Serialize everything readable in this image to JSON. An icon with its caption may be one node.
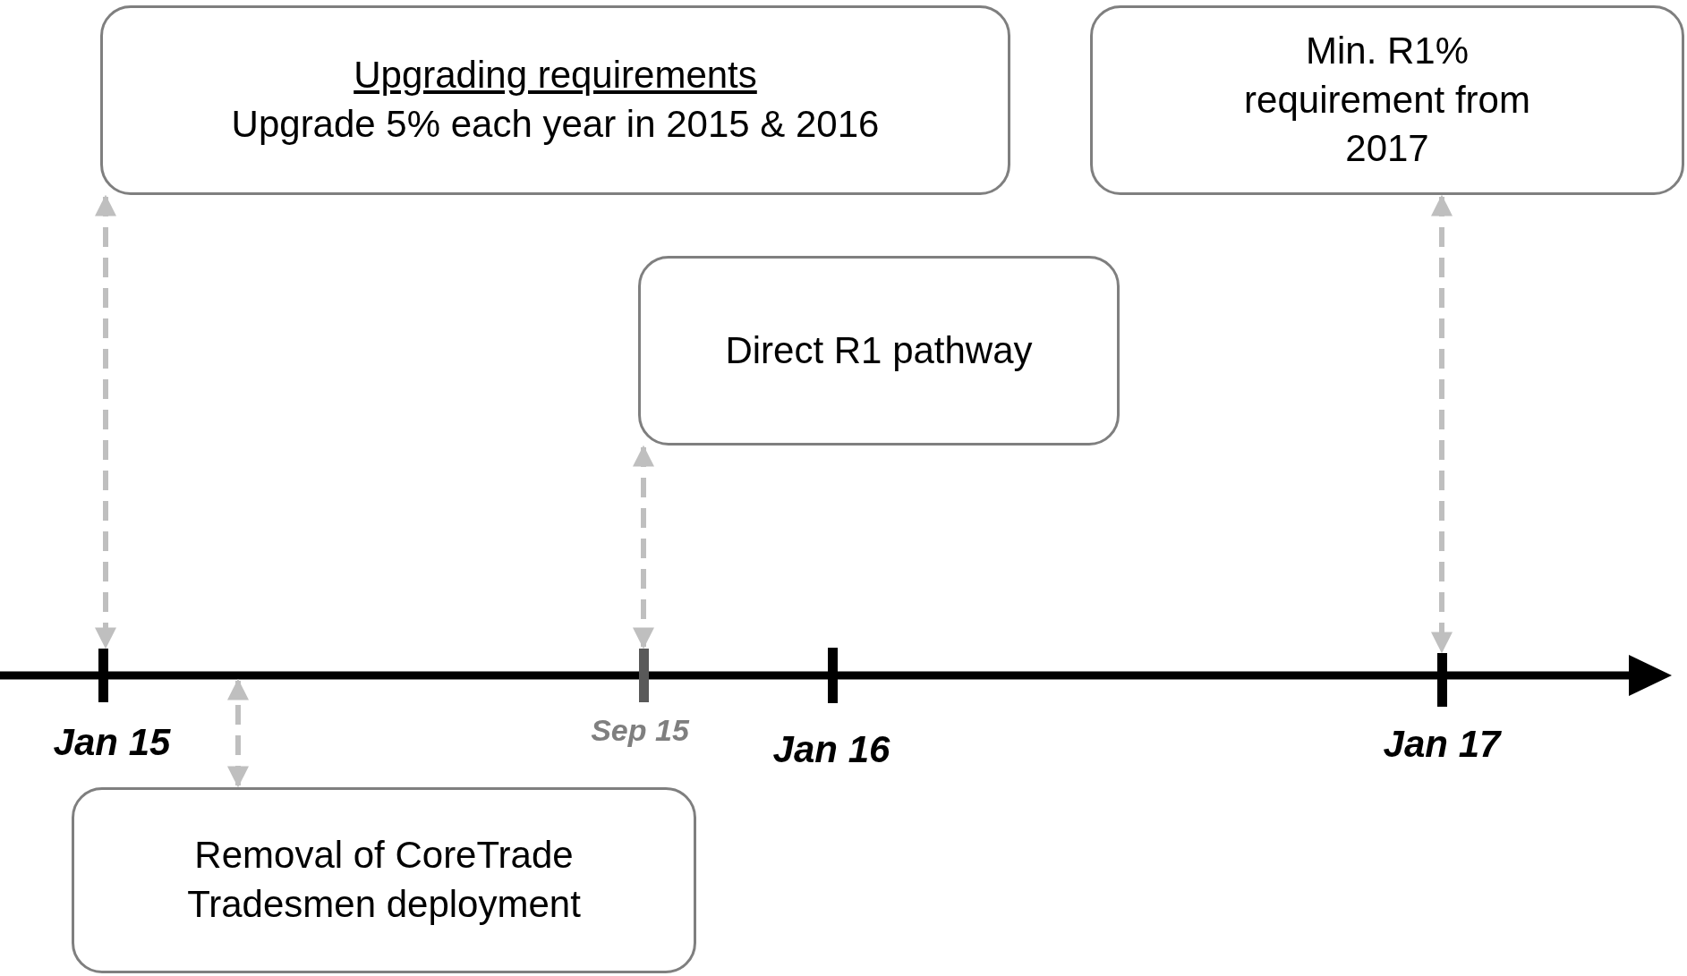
{
  "diagram": {
    "nodes": [
      {
        "text": [
          "Upgrading requirements",
          "Upgrade 5% each year in 2015 & 2016"
        ]
      },
      {
        "text": [
          "Min. R1% requirement from 2017"
        ]
      },
      {
        "text": [
          "Direct R1 pathway"
        ]
      },
      {
        "text": [
          "Removal of CoreTrade Tradesmen deployment"
        ]
      },
      {
        "text": [],
        "shape": "bar",
        "beside": [
          "Jan 15"
        ]
      },
      {
        "text": [],
        "shape": "bar",
        "beside": [
          "Sep 15"
        ]
      },
      {
        "text": [],
        "shape": "bar",
        "beside": [
          "Jan 16"
        ]
      },
      {
        "text": [],
        "shape": "bar",
        "beside": [
          "Jan 17"
        ]
      }
    ],
    "edges": [
      {
        "from": 0,
        "to": 4,
        "arrow": "both",
        "style": "dashed"
      },
      {
        "from": 2,
        "to": 5,
        "arrow": "both",
        "style": "dashed"
      },
      {
        "from": 1,
        "to": 7,
        "arrow": "both",
        "style": "dashed"
      },
      {
        "from": 3,
        "to": null,
        "arrow": "both",
        "style": "dashed"
      }
    ]
  }
}
